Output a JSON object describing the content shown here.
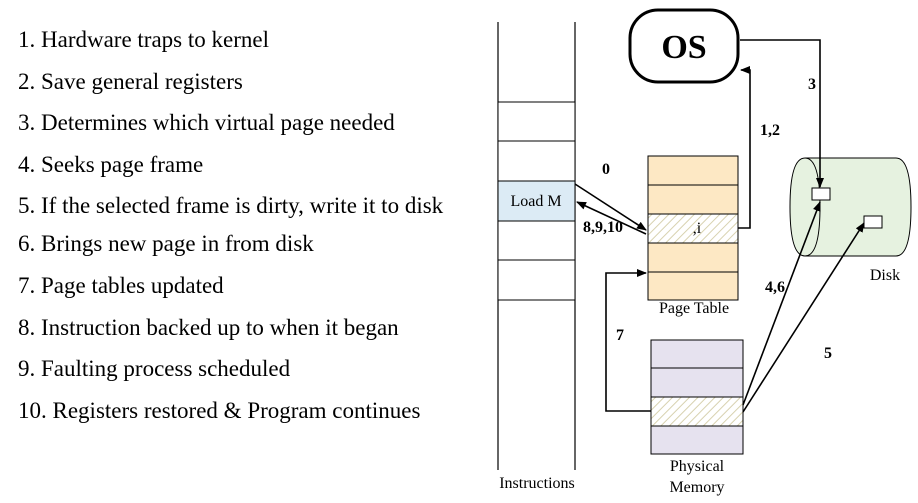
{
  "steps": [
    "1. Hardware traps to kernel",
    "2. Save general registers",
    "3. Determines which virtual page needed",
    "4. Seeks page frame",
    "5. If the selected frame is dirty, write it to disk",
    "6. Brings new page in from disk",
    "7. Page tables updated",
    "8. Instruction backed up to when it began",
    "9. Faulting process scheduled",
    "10. Registers restored & Program continues"
  ],
  "diagram": {
    "os_label": "OS",
    "instructions_label": "Instructions",
    "load_m_label": "Load M",
    "page_table_label": "Page Table",
    "page_table_entry_label": ",i",
    "physical_memory_label_1": "Physical",
    "physical_memory_label_2": "Memory",
    "disk_label": "Disk",
    "arrow_labels": {
      "step_0": "0",
      "step_1_2": "1,2",
      "step_3": "3",
      "step_4_6": "4,6",
      "step_5": "5",
      "step_7": "7",
      "step_8_9_10": "8,9,10"
    },
    "colors": {
      "load_m_fill": "#dcebf5",
      "page_table_fill": "#fde8c4",
      "physical_memory_fill": "#e6e2ef",
      "disk_fill": "#e6f2e0"
    }
  }
}
